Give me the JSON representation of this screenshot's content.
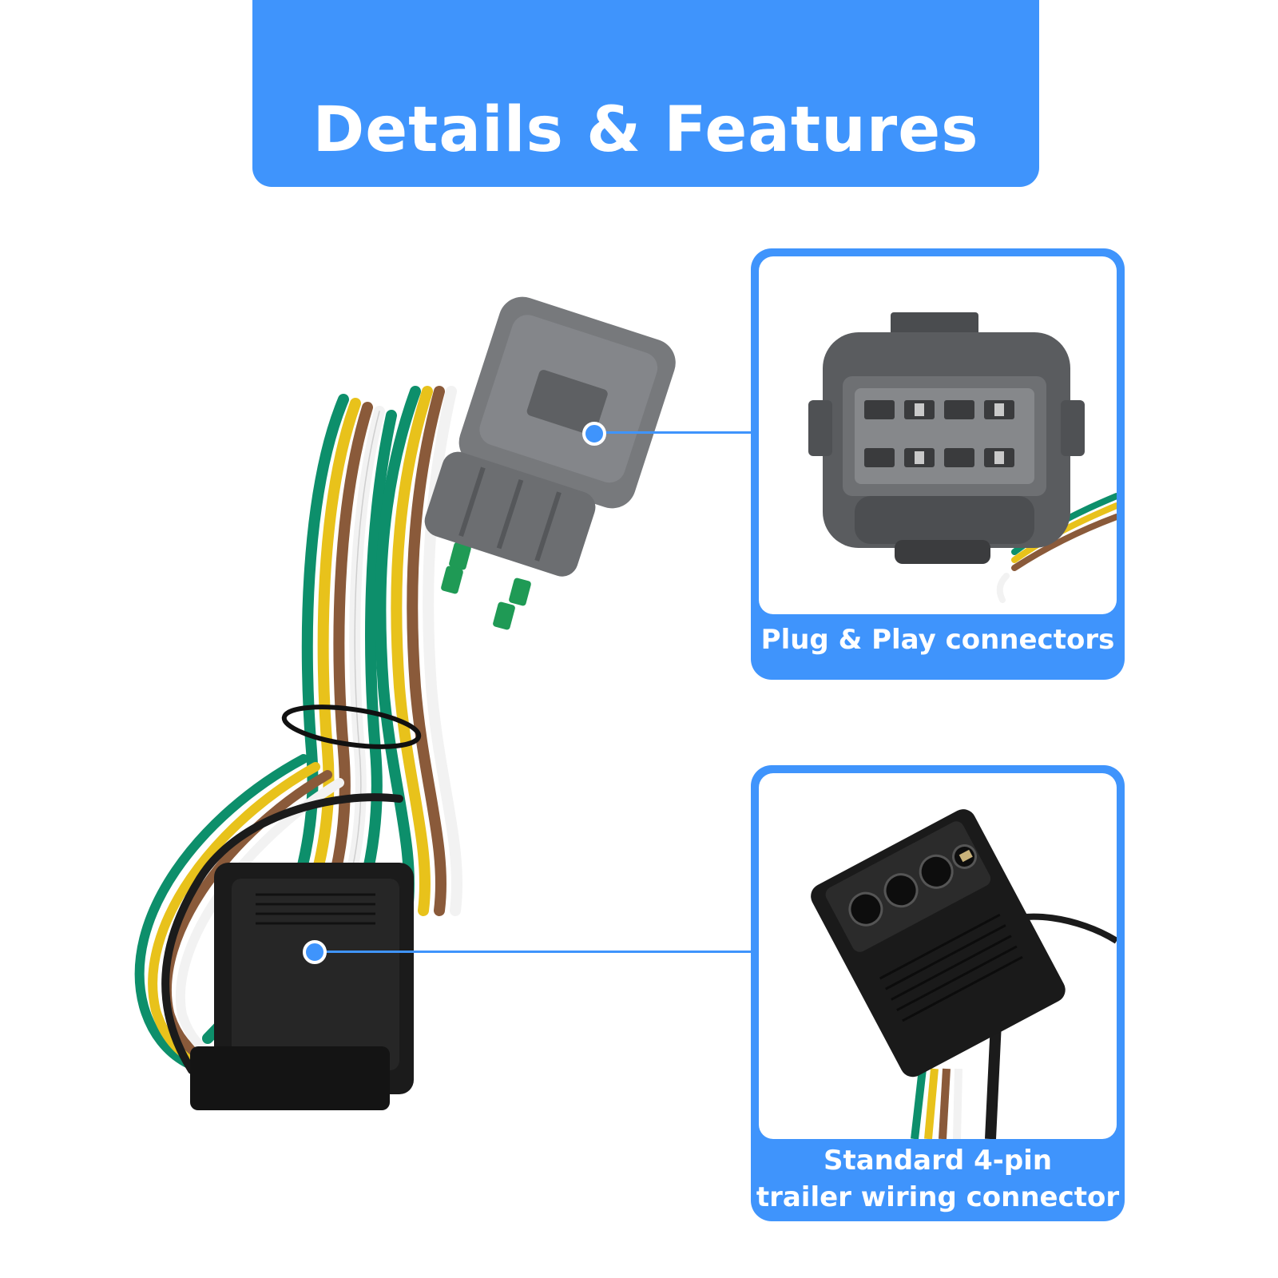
{
  "header": {
    "title": "Details & Features"
  },
  "callouts": [
    {
      "caption": "Plug & Play connectors"
    },
    {
      "caption_line1": "Standard 4-pin",
      "caption_line2": "trailer wiring connector"
    }
  ],
  "colors": {
    "accent": "#3f94fc",
    "wire_green": "#0d8f6b",
    "wire_yellow": "#e8c21b",
    "wire_brown": "#8a5a3a",
    "wire_white": "#f2f2f2",
    "connector_gray": "#77797c",
    "connector_black": "#1b1b1b"
  }
}
